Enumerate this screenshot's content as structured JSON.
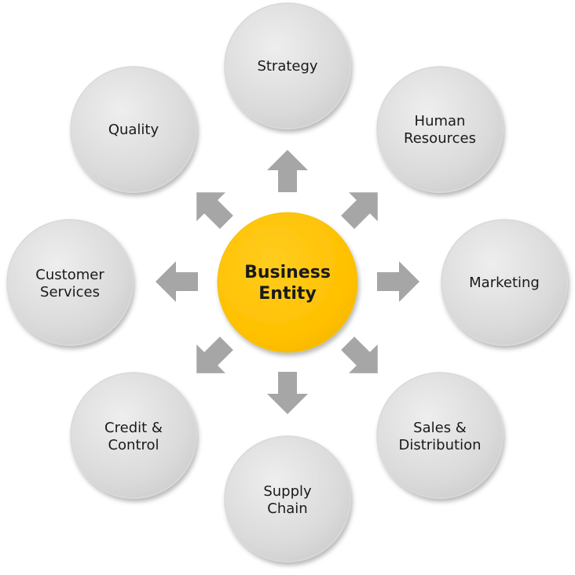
{
  "center": {
    "line1": "Business",
    "line2": "Entity"
  },
  "nodes": {
    "strategy": {
      "line1": "Strategy"
    },
    "human_resources": {
      "line1": "Human",
      "line2": "Resources"
    },
    "marketing": {
      "line1": "Marketing"
    },
    "sales_distribution": {
      "line1": "Sales &",
      "line2": "Distribution"
    },
    "supply_chain": {
      "line1": "Supply",
      "line2": "Chain"
    },
    "credit_control": {
      "line1": "Credit &",
      "line2": "Control"
    },
    "customer_services": {
      "line1": "Customer",
      "line2": "Services"
    },
    "quality": {
      "line1": "Quality"
    }
  },
  "colors": {
    "center_fill": "#ffc000",
    "node_fill": "#d9d9d9",
    "arrow_fill": "#a6a6a6"
  }
}
